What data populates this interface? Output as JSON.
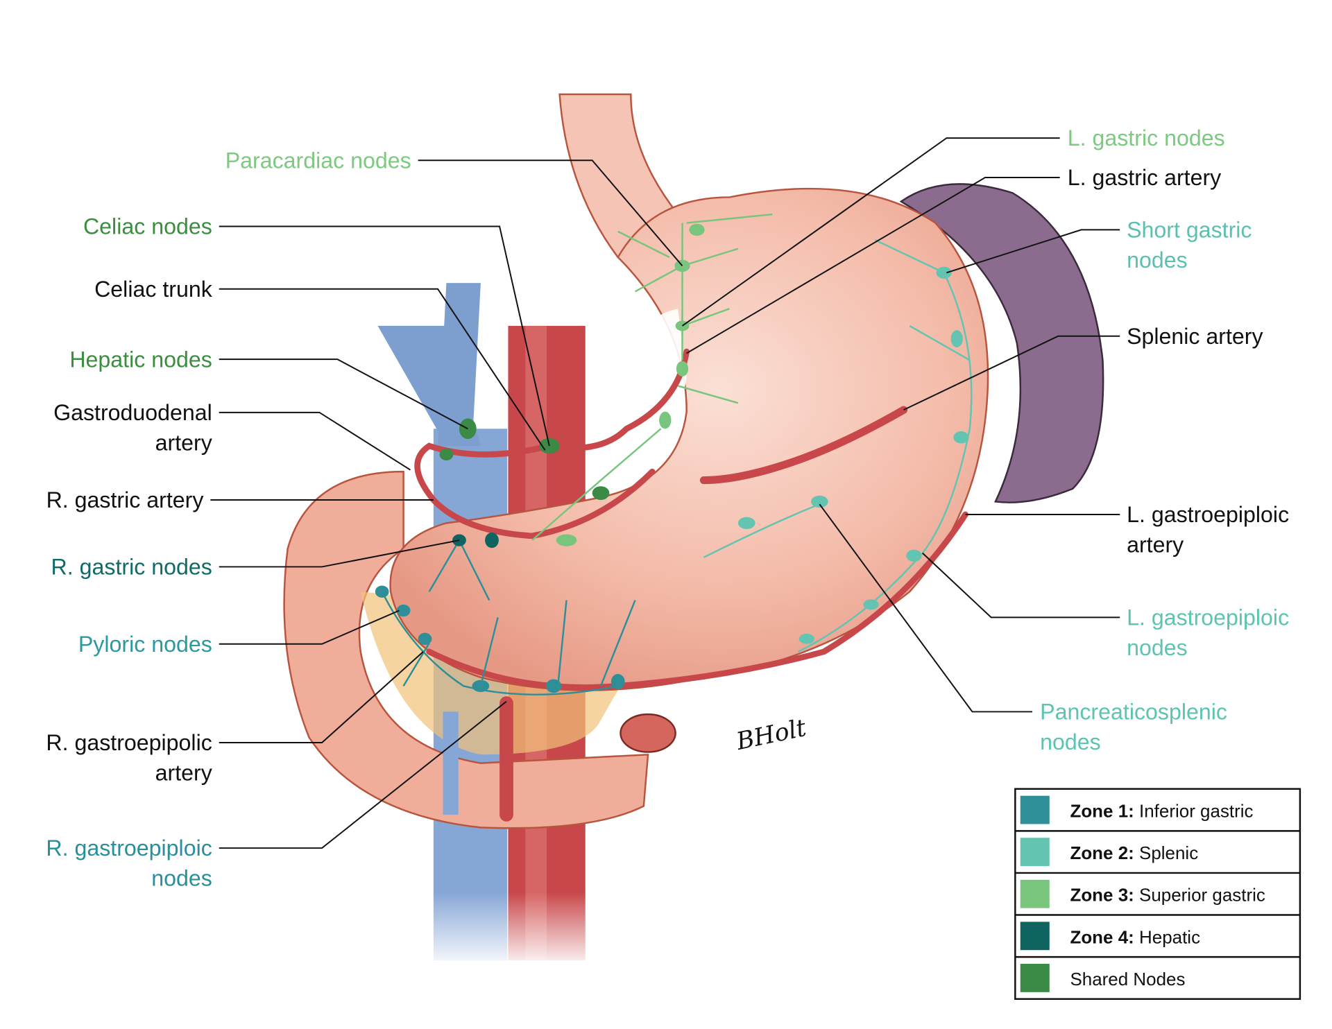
{
  "colors": {
    "zone1": "#2e8f98",
    "zone2": "#63c4b2",
    "zone3": "#79c57d",
    "zone4": "#0f6462",
    "shared": "#3b8a45",
    "artery": "#c8474a",
    "vein": "#7c9fd0",
    "stomach": "#f3b6a4",
    "spleen": "#8c6c8e"
  },
  "labels_left": [
    {
      "id": "paracardiac",
      "lines": [
        "Paracardiac nodes"
      ],
      "color": "#7cc97f"
    },
    {
      "id": "celiac-nodes",
      "lines": [
        "Celiac nodes"
      ],
      "color": "#3a8f3f"
    },
    {
      "id": "celiac-trunk",
      "lines": [
        "Celiac trunk"
      ],
      "color": "#111111"
    },
    {
      "id": "hepatic-nodes",
      "lines": [
        "Hepatic nodes"
      ],
      "color": "#3a8f3f"
    },
    {
      "id": "gastroduodenal-artery",
      "lines": [
        "Gastroduodenal",
        "artery"
      ],
      "color": "#111111"
    },
    {
      "id": "r-gastric-artery",
      "lines": [
        "R. gastric artery"
      ],
      "color": "#111111"
    },
    {
      "id": "r-gastric-nodes",
      "lines": [
        "R. gastric nodes"
      ],
      "color": "#0f6b68"
    },
    {
      "id": "pyloric-nodes",
      "lines": [
        "Pyloric nodes"
      ],
      "color": "#2a9aa0"
    },
    {
      "id": "r-gastroepipolic-artery",
      "lines": [
        "R. gastroepipolic",
        "artery"
      ],
      "color": "#111111"
    },
    {
      "id": "r-gastroepiploic-nodes",
      "lines": [
        "R. gastroepiploic",
        "nodes"
      ],
      "color": "#2a8f9a"
    }
  ],
  "labels_right": [
    {
      "id": "l-gastric-nodes",
      "lines": [
        "L. gastric nodes"
      ],
      "color": "#7cc97f"
    },
    {
      "id": "l-gastric-artery",
      "lines": [
        "L. gastric artery"
      ],
      "color": "#111111"
    },
    {
      "id": "short-gastric-nodes",
      "lines": [
        "Short gastric",
        "nodes"
      ],
      "color": "#5cc0b0"
    },
    {
      "id": "splenic-artery",
      "lines": [
        "Splenic artery"
      ],
      "color": "#111111"
    },
    {
      "id": "l-gastroepiploic-artery",
      "lines": [
        "L. gastroepiploic",
        "artery"
      ],
      "color": "#111111"
    },
    {
      "id": "l-gastroepiploic-nodes",
      "lines": [
        "L. gastroepiploic",
        "nodes"
      ],
      "color": "#5cc4b0"
    },
    {
      "id": "pancreaticosplenic-nodes",
      "lines": [
        "Pancreaticosplenic",
        "nodes"
      ],
      "color": "#5cc4b0"
    }
  ],
  "legend": [
    {
      "bold": "Zone 1:",
      "text": " Inferior gastric",
      "color": "#2e8f98"
    },
    {
      "bold": "Zone 2:",
      "text": " Splenic",
      "color": "#63c4b2"
    },
    {
      "bold": "Zone 3:",
      "text": " Superior gastric",
      "color": "#79c57d"
    },
    {
      "bold": "Zone 4:",
      "text": " Hepatic",
      "color": "#0f6462"
    },
    {
      "bold": "",
      "text": "Shared Nodes",
      "color": "#3b8a45"
    }
  ],
  "signature": "BHolt"
}
